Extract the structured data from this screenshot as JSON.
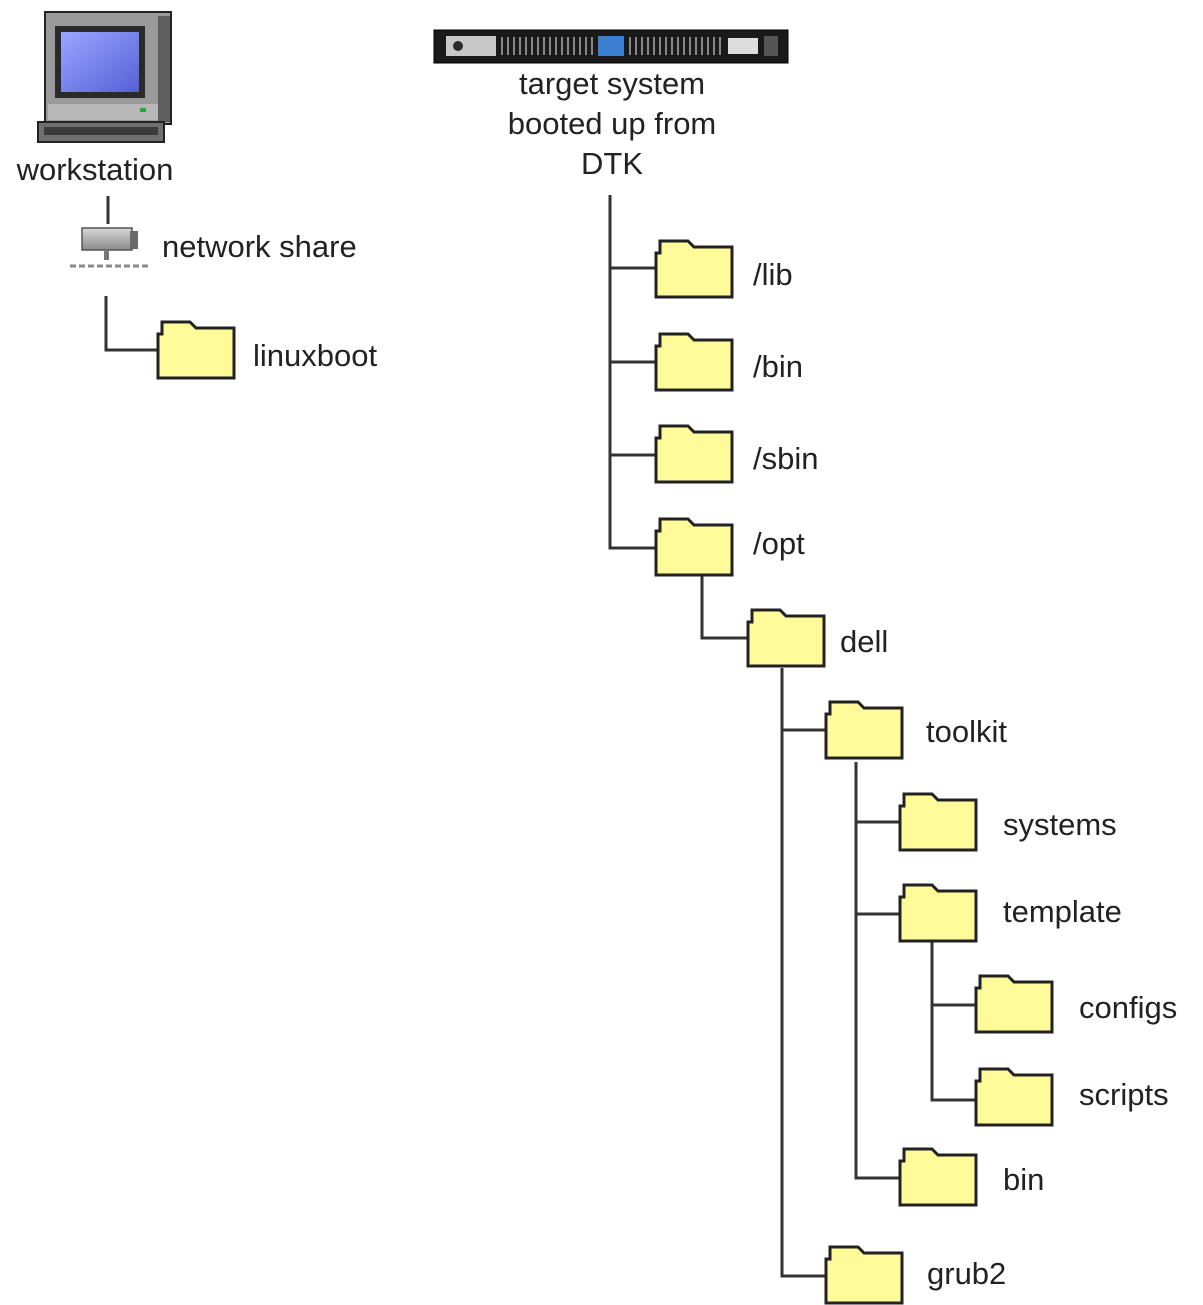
{
  "nodes": {
    "workstation": {
      "label": "workstation",
      "icon": "workstation-icon"
    },
    "network_share": {
      "label": "network share",
      "icon": "network-share-icon"
    },
    "target_system": {
      "label_lines": [
        "target system",
        "booted up from",
        "DTK"
      ],
      "icon": "rack-server-icon"
    }
  },
  "folders": {
    "linuxboot": "linuxboot",
    "lib": "/lib",
    "bin_root": "/bin",
    "sbin": "/sbin",
    "opt": "/opt",
    "dell": "dell",
    "toolkit": "toolkit",
    "systems": "systems",
    "template": "template",
    "configs": "configs",
    "scripts": "scripts",
    "bin_toolkit": "bin",
    "grub2": "grub2"
  },
  "colors": {
    "folder_fill": "#FFFB99",
    "folder_stroke": "#222222",
    "connector": "#333333",
    "text": "#222222"
  }
}
